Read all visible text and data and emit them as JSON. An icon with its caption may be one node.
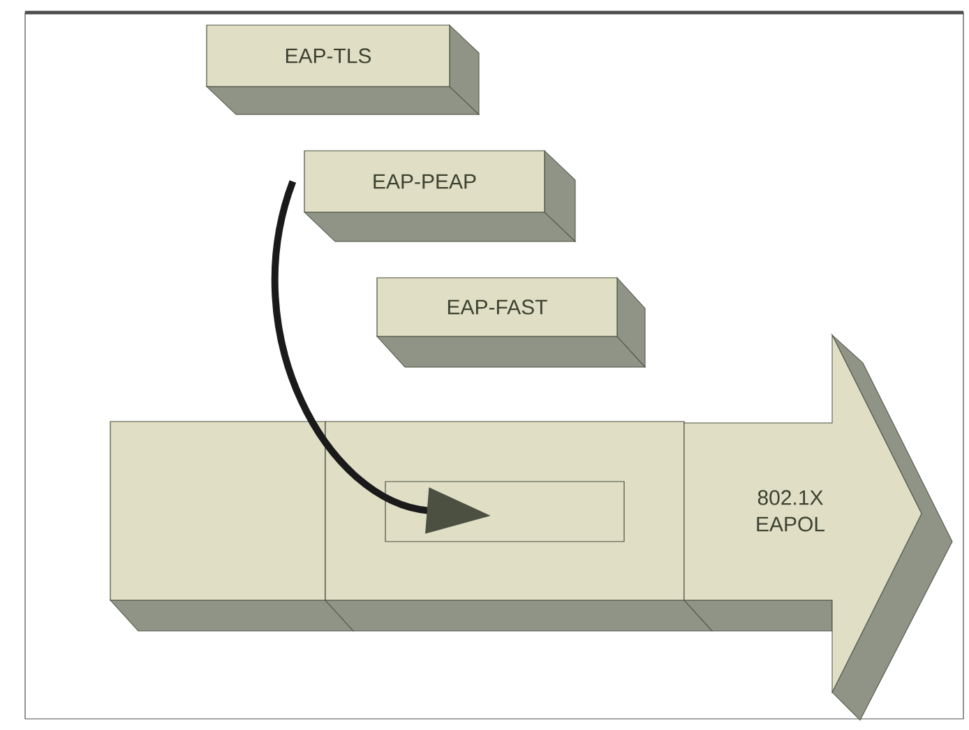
{
  "diagram": {
    "nodes": [
      {
        "text": [
          "EAP-TLS"
        ]
      },
      {
        "text": [
          "EAP-PEAP"
        ]
      },
      {
        "text": [
          "EAP-FAST"
        ]
      },
      {
        "text": [],
        "shape": "box"
      },
      {
        "text": [],
        "shape": "box"
      },
      {
        "text": [],
        "shape": "box",
        "in": 4
      },
      {
        "text": [
          "802.1X EAPOL"
        ]
      }
    ],
    "edges": [
      {
        "from": 1,
        "to": 5,
        "arrow": "to"
      }
    ]
  }
}
